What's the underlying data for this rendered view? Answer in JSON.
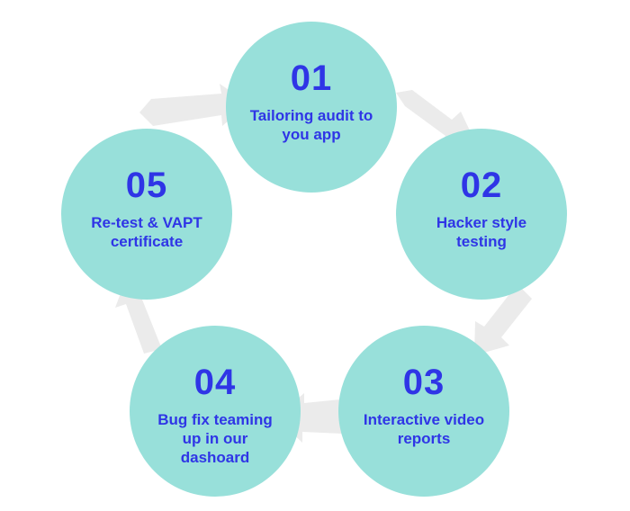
{
  "colors": {
    "circle_fill": "#98e0da",
    "text": "#2f35e6",
    "arrow": "#ebebeb"
  },
  "steps": [
    {
      "number": "01",
      "label": "Tailoring audit to you app"
    },
    {
      "number": "02",
      "label": "Hacker style testing"
    },
    {
      "number": "03",
      "label": "Interactive video reports"
    },
    {
      "number": "04",
      "label": "Bug fix teaming up in our dashoard"
    },
    {
      "number": "05",
      "label": "Re-test & VAPT certificate"
    }
  ]
}
